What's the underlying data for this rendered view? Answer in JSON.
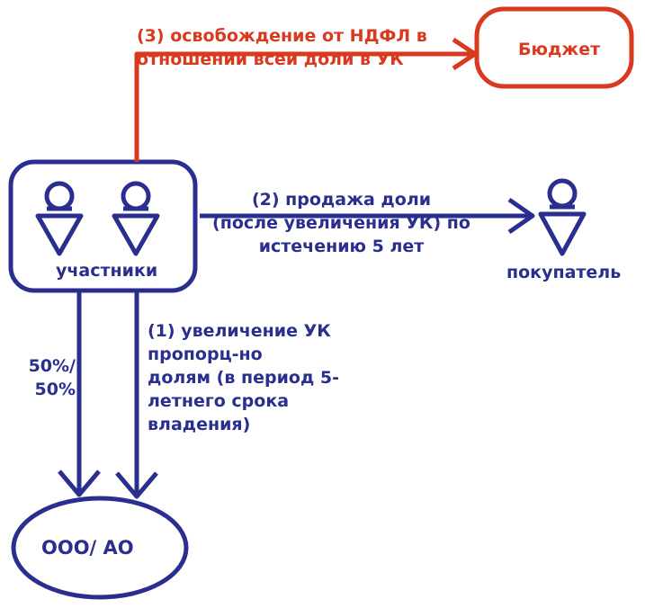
{
  "nodes": {
    "participants": "участники",
    "buyer": "покупатель",
    "budget": "Бюджет",
    "company": "ООО/ АО"
  },
  "edges": {
    "exemption": [
      "(3) освобождение от НДФЛ в",
      "отношении всей доли в УК"
    ],
    "sale": [
      "(2) продажа доли",
      "(после увеличения УК) по",
      "истечению 5 лет"
    ],
    "increase": [
      "(1) увеличение УК",
      "пропорц-но",
      "долям (в период 5-",
      "летнего срока",
      "владения)"
    ],
    "ratio": [
      "50%/",
      "50%"
    ]
  },
  "colors": {
    "blue": "#2a2f8f",
    "red": "#d9391f"
  },
  "icons": [
    "person-icon",
    "person-icon",
    "person-icon"
  ]
}
